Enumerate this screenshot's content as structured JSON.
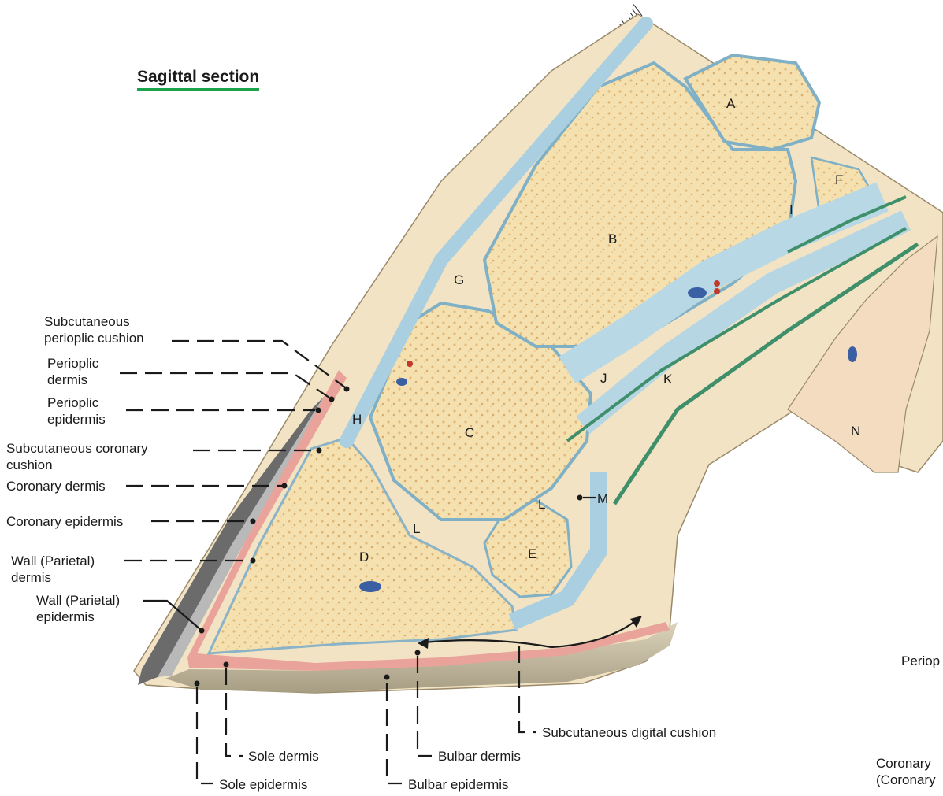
{
  "title": "Sagittal section",
  "left_labels": {
    "subcutaneous_perioplic_cushion": "Subcutaneous\nperioplic cushion",
    "perioplic_dermis": "Perioplic\ndermis",
    "perioplic_epidermis": "Perioplic\nepidermis",
    "subcutaneous_coronary_cushion": "Subcutaneous coronary\ncushion",
    "coronary_dermis": "Coronary dermis",
    "coronary_epidermis": "Coronary epidermis",
    "wall_parietal_dermis": "Wall (Parietal)\ndermis",
    "wall_parietal_epidermis": "Wall (Parietal)\nepidermis"
  },
  "bottom_labels": {
    "sole_dermis": "Sole dermis",
    "sole_epidermis": "Sole epidermis",
    "bulbar_dermis": "Bulbar dermis",
    "bulbar_epidermis": "Bulbar epidermis",
    "subcutaneous_digital_cushion": "Subcutaneous digital cushion"
  },
  "cutoff_labels": {
    "periop": "Periop",
    "coronary": "Coronary\n(Coronary"
  },
  "letters": {
    "A": "A",
    "B": "B",
    "C": "C",
    "D": "D",
    "E": "E",
    "F": "F",
    "G": "G",
    "H": "H",
    "I": "I",
    "J": "J",
    "K": "K",
    "L1": "L",
    "L2": "L",
    "M": "M",
    "N": "N"
  },
  "colors": {
    "bone": "#f3dca6",
    "bone_speckle": "#e7c48a",
    "joint_blue": "#a9cfe0",
    "tendon_green": "#3f8f6a",
    "dermis_pink": "#e9a39a",
    "hoof_wall": "#6b6b6b",
    "sole_horn": "#c9c0a8",
    "hair": "#2a2a2a",
    "title_underline": "#1aa34a"
  }
}
